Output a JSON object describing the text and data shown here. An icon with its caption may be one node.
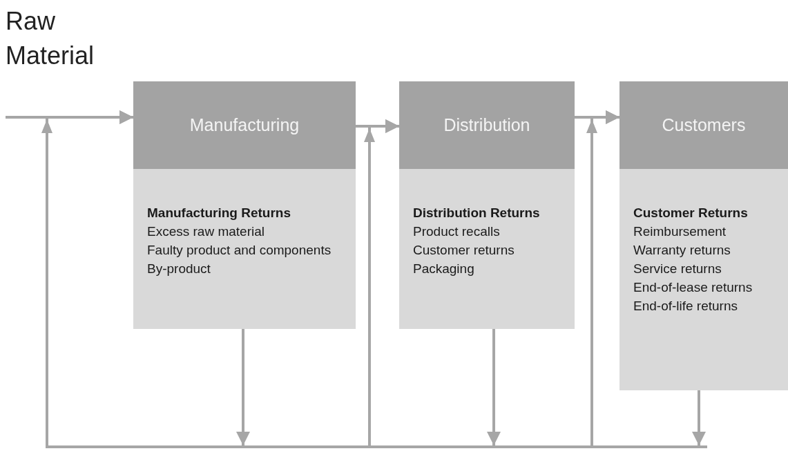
{
  "diagram": {
    "nodes": [
      {
        "text": [
          "Manufacturing",
          "Manufacturing Returns",
          "Excess raw material",
          "Faulty product and components",
          "By-product"
        ]
      },
      {
        "text": [
          "Distribution",
          "Distribution Returns",
          "Product recalls",
          "Customer returns",
          "Packaging"
        ]
      },
      {
        "text": [
          "Customers",
          "Customer Returns",
          "Reimbursement",
          "Warranty returns",
          "Service returns",
          "End-of-lease returns",
          "End-of-life returns"
        ]
      },
      {
        "text": [],
        "shape": "bar"
      }
    ],
    "edges": [
      {
        "from": null,
        "to": 0,
        "arrow": "to"
      },
      {
        "from": 0,
        "to": 1,
        "arrow": "to"
      },
      {
        "from": 1,
        "to": 2,
        "arrow": "to"
      },
      {
        "from": 0,
        "to": 3,
        "arrow": "to"
      },
      {
        "from": 1,
        "to": 3,
        "arrow": "to"
      },
      {
        "from": 2,
        "to": 3,
        "arrow": "to"
      },
      {
        "from": 3,
        "to": 0,
        "arrow": "to"
      },
      {
        "from": 3,
        "to": 1,
        "arrow": "to"
      },
      {
        "from": 3,
        "to": 2,
        "arrow": "to"
      }
    ],
    "labels": [
      "Raw Material"
    ]
  }
}
